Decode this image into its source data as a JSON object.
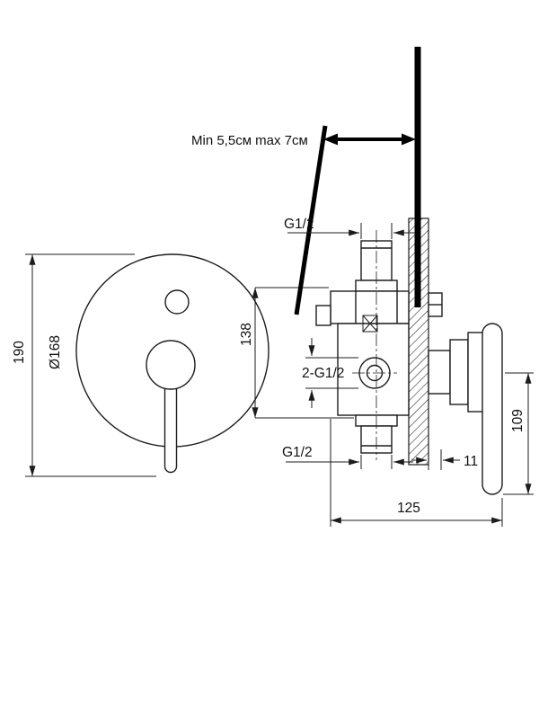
{
  "drawing": {
    "line_color": "#1c1c1c",
    "background": "#ffffff",
    "labels": {
      "depth_range": "Min 5,5см max 7см",
      "top_thread": "G1/2",
      "front_outlets": "2-G1/2",
      "bottom_thread": "G1/2"
    },
    "dimensions": {
      "overall_height": "190",
      "plate_diameter": "Ø168",
      "port_spacing": "138",
      "handle_height": "109",
      "wall_gap": "11",
      "total_depth": "125"
    }
  }
}
